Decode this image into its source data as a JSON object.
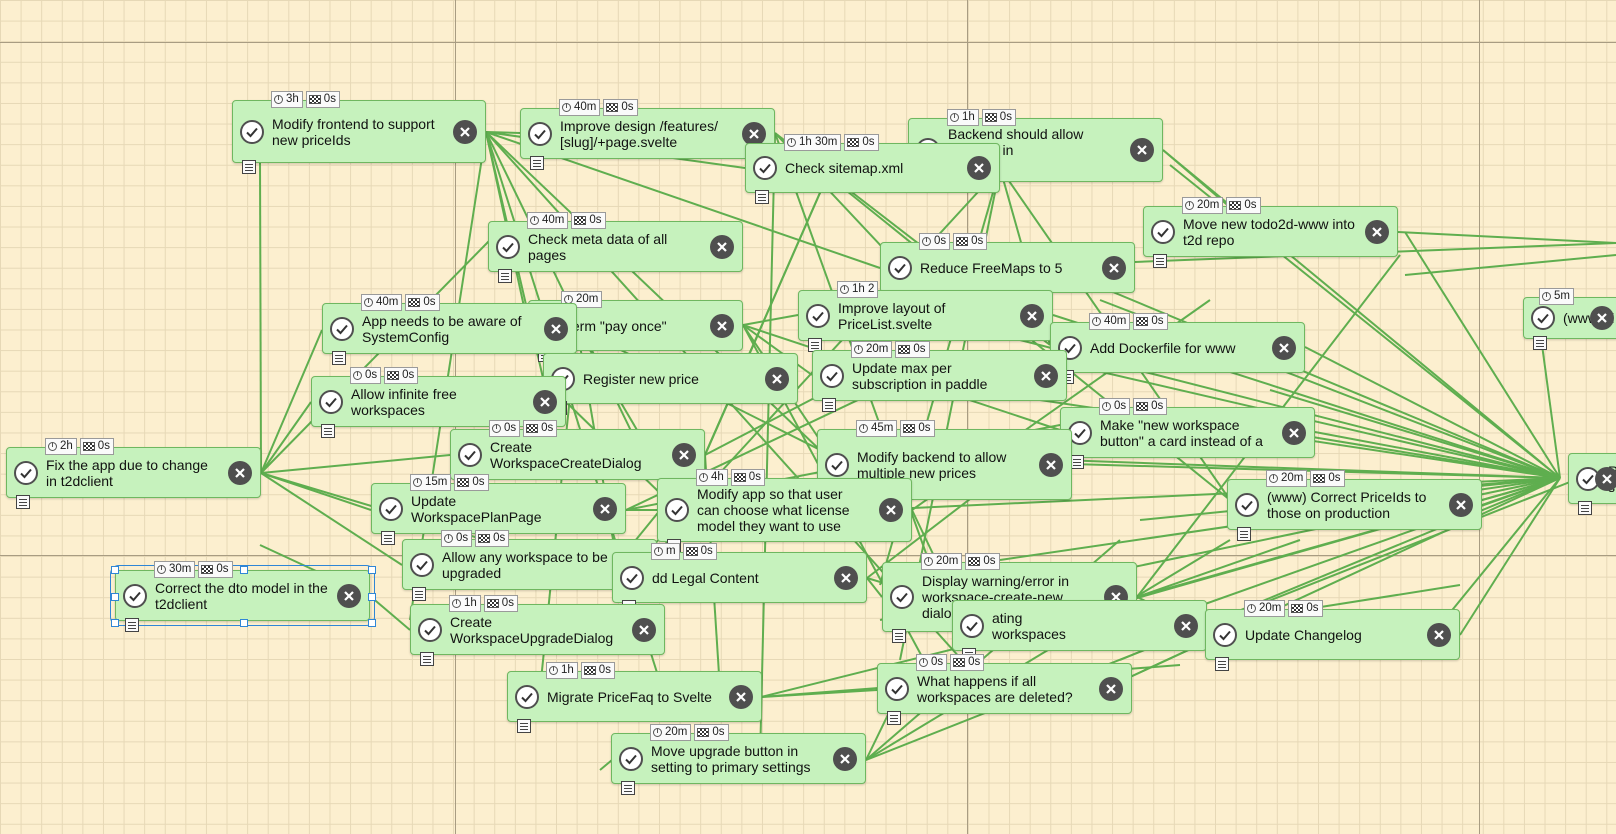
{
  "colors": {
    "node_fill": "#c6f2bd",
    "node_border": "#6fb760",
    "edge": "#5fae4f",
    "selection": "#2f86d6",
    "canvas": "#fcefcf"
  },
  "icons": {
    "done": "check-circle-icon",
    "remove": "x-circle-icon",
    "duration": "stopwatch-icon",
    "elapsed": "checkered-flag-icon",
    "notes": "notes-icon"
  },
  "tasks": [
    {
      "id": "t01",
      "title": "Modify frontend to support\nnew priceIds",
      "duration": "3h",
      "elapsed": "0s"
    },
    {
      "id": "t02",
      "title": "Improve design /features/\n[slug]/+page.svelte",
      "duration": "40m",
      "elapsed": "0s"
    },
    {
      "id": "t03",
      "title": "Backend should allow\nPriceIds in\nnent",
      "duration": "1h",
      "elapsed": "0s"
    },
    {
      "id": "t04",
      "title": "Check sitemap.xml",
      "duration": "1h 30m",
      "elapsed": "0s"
    },
    {
      "id": "t05",
      "title": "Move new todo2d-www into\nt2d repo",
      "duration": "20m",
      "elapsed": "0s"
    },
    {
      "id": "t06",
      "title": "Check meta data of all\npages",
      "duration": "40m",
      "elapsed": "0s"
    },
    {
      "id": "t07",
      "title": "Reduce FreeMaps to 5",
      "duration": "0s",
      "elapsed": "0s"
    },
    {
      "id": "t08",
      "title": "term \"pay once\"",
      "duration": "20m",
      "elapsed": ""
    },
    {
      "id": "t09",
      "title": "Improve layout of\nPriceList.svelte",
      "duration": "1h 2",
      "elapsed": ""
    },
    {
      "id": "t10",
      "title": "App needs to be aware of\nSystemConfig",
      "duration": "40m",
      "elapsed": "0s"
    },
    {
      "id": "t11",
      "title": "(www)Fi",
      "duration": "5m",
      "elapsed": ""
    },
    {
      "id": "t12",
      "title": "Add Dockerfile for www",
      "duration": "40m",
      "elapsed": "0s"
    },
    {
      "id": "t13",
      "title": "Register new price",
      "duration": "",
      "elapsed": ""
    },
    {
      "id": "t14",
      "title": "Update max per\nsubscription in paddle",
      "duration": "20m",
      "elapsed": "0s"
    },
    {
      "id": "t15",
      "title": "Allow infinite free\nworkspaces",
      "duration": "0s",
      "elapsed": "0s"
    },
    {
      "id": "t16",
      "title": "Make \"new workspace\nbutton\" a card instead of a",
      "duration": "0s",
      "elapsed": "0s"
    },
    {
      "id": "t17",
      "title": "Modify backend to allow\nmultiple new prices",
      "duration": "45m",
      "elapsed": "0s"
    },
    {
      "id": "t18",
      "title": "Create\nWorkspaceCreateDialog",
      "duration": "0s",
      "elapsed": "0s"
    },
    {
      "id": "t19",
      "title": "Fix the app due to change\nin t2dclient",
      "duration": "2h",
      "elapsed": "0s"
    },
    {
      "id": "t20",
      "title": "R\ns",
      "duration": "",
      "elapsed": ""
    },
    {
      "id": "t21",
      "title": "(www) Correct PriceIds to\nthose on production",
      "duration": "20m",
      "elapsed": "0s"
    },
    {
      "id": "t22",
      "title": "Update\nWorkspacePlanPage",
      "duration": "15m",
      "elapsed": "0s"
    },
    {
      "id": "t23",
      "title": "Modify app so that user\ncan choose what license\nmodel they want to use",
      "duration": "4h",
      "elapsed": "0s"
    },
    {
      "id": "t24",
      "title": "Allow any workspace to be\nupgraded",
      "duration": "0s",
      "elapsed": "0s"
    },
    {
      "id": "t25",
      "title": "dd Legal Content",
      "duration": "m",
      "elapsed": "0s"
    },
    {
      "id": "t26",
      "title": "Display warning/error in\nworkspace-create-new\ndialog",
      "duration": "20m",
      "elapsed": "0s"
    },
    {
      "id": "t27",
      "title": "Correct the dto model in the\nt2dclient",
      "duration": "30m",
      "elapsed": "0s"
    },
    {
      "id": "t28",
      "title": "ating\nworkspaces",
      "duration": "",
      "elapsed": ""
    },
    {
      "id": "t29",
      "title": "Update Changelog",
      "duration": "20m",
      "elapsed": "0s"
    },
    {
      "id": "t30",
      "title": "Create\nWorkspaceUpgradeDialog",
      "duration": "1h",
      "elapsed": "0s"
    },
    {
      "id": "t31",
      "title": "Migrate PriceFaq to Svelte",
      "duration": "1h",
      "elapsed": "0s"
    },
    {
      "id": "t32",
      "title": "What happens if all\nworkspaces are deleted?",
      "duration": "0s",
      "elapsed": "0s"
    },
    {
      "id": "t33",
      "title": "Move upgrade button in\nsetting to primary settings",
      "duration": "20m",
      "elapsed": "0s"
    }
  ]
}
